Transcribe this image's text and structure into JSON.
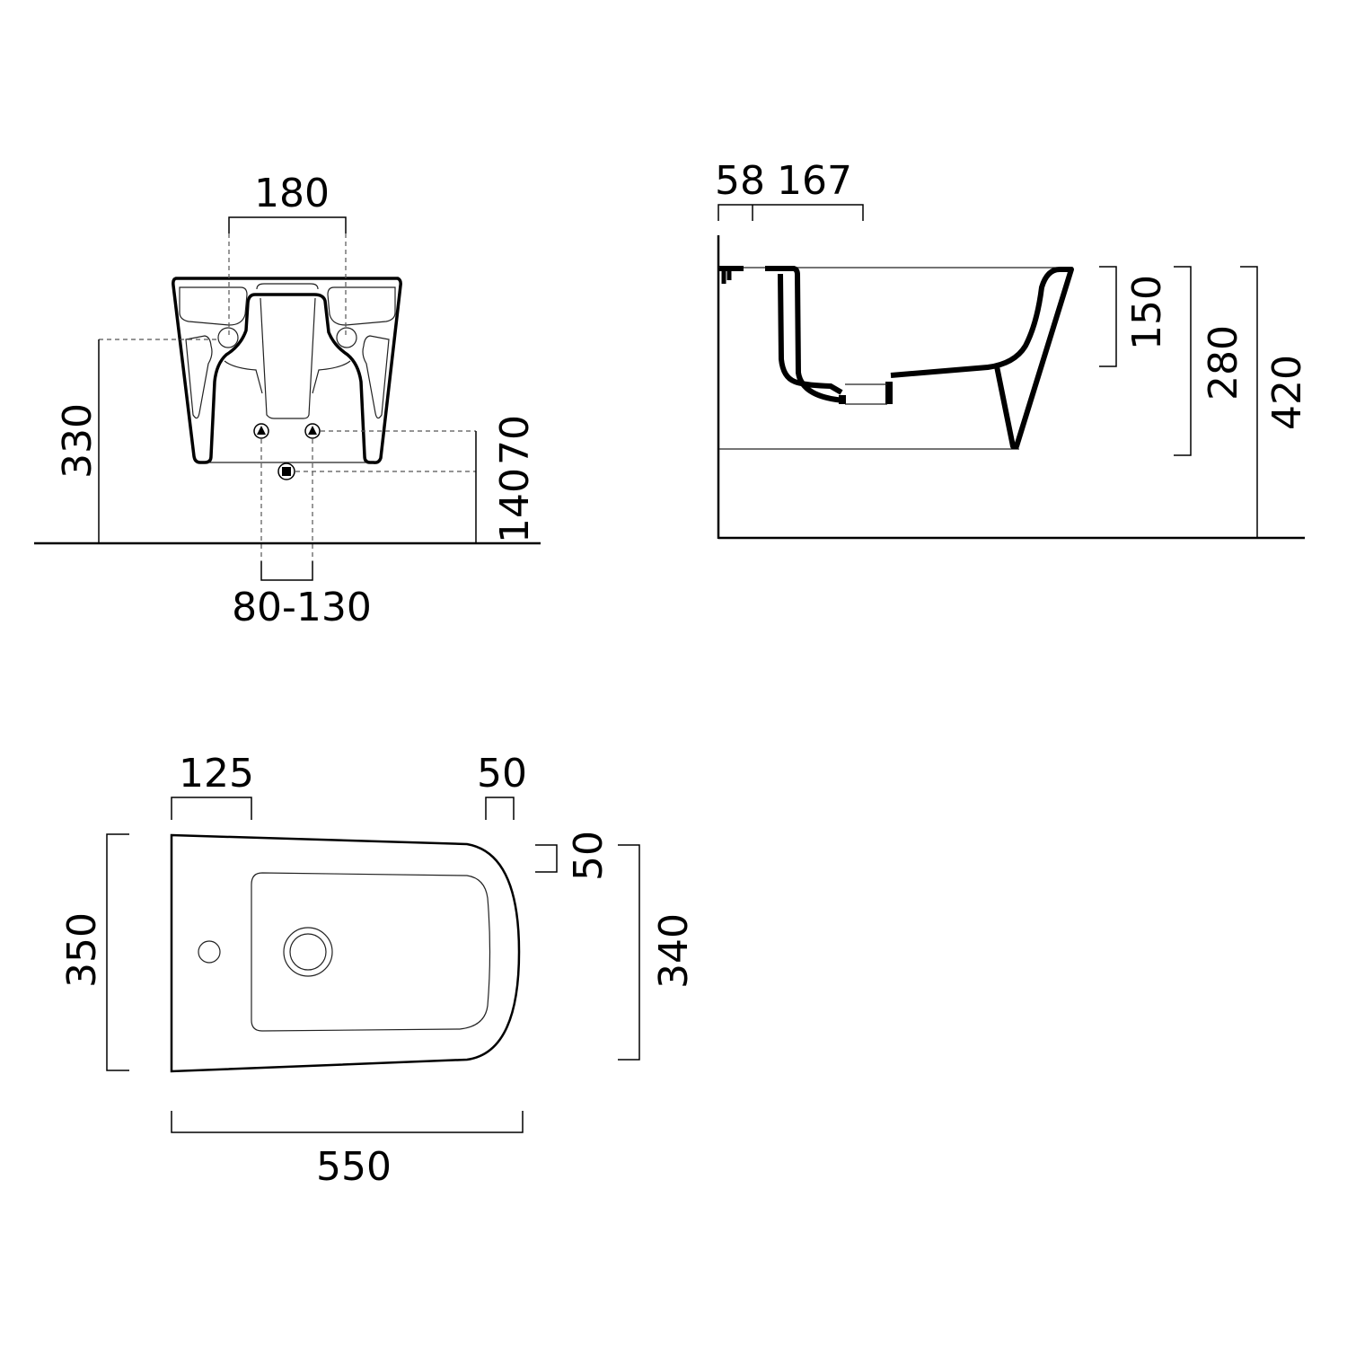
{
  "front_view": {
    "dim_width_hooks": "180",
    "dim_height_hooks": "330",
    "dim_supply_height": "70",
    "dim_waste_height": "140",
    "dim_supply_spacing": "80-130"
  },
  "side_view": {
    "dim_rim_offset": "58",
    "dim_tap_hole_offset": "167",
    "dim_bowl_depth": "150",
    "dim_body_height": "280",
    "dim_rim_height": "420"
  },
  "top_view": {
    "dim_tap_hole_distance": "125",
    "dim_rim_corner_x": "50",
    "dim_rim_corner_y": "50",
    "dim_width": "350",
    "dim_inner_width": "340",
    "dim_length": "550"
  }
}
